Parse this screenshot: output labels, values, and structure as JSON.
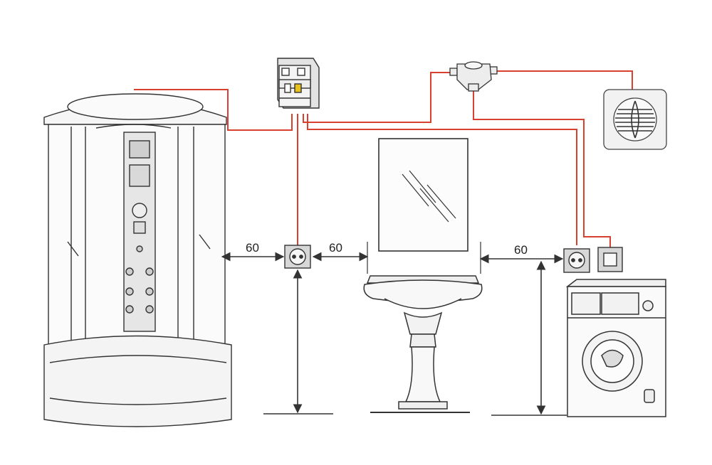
{
  "colors": {
    "wire": "#d8412f",
    "line": "#333333",
    "fixture_fill": "#f4f4f4",
    "socket_fill": "#d7d7d7",
    "panel_fill": "#e3e3e3",
    "background": "#ffffff"
  },
  "dimensions": {
    "shower_to_socket": "60",
    "socket_to_sink": "60",
    "sink_to_socket": "60"
  },
  "icons": {
    "shower": "shower-cabin-icon",
    "breaker": "circuit-breaker-icon",
    "junction": "junction-box-icon",
    "fan": "exhaust-fan-icon",
    "mirror": "mirror-icon",
    "sink": "pedestal-sink-icon",
    "washer": "washing-machine-icon",
    "socket": "power-socket-icon",
    "switch": "light-switch-icon"
  }
}
